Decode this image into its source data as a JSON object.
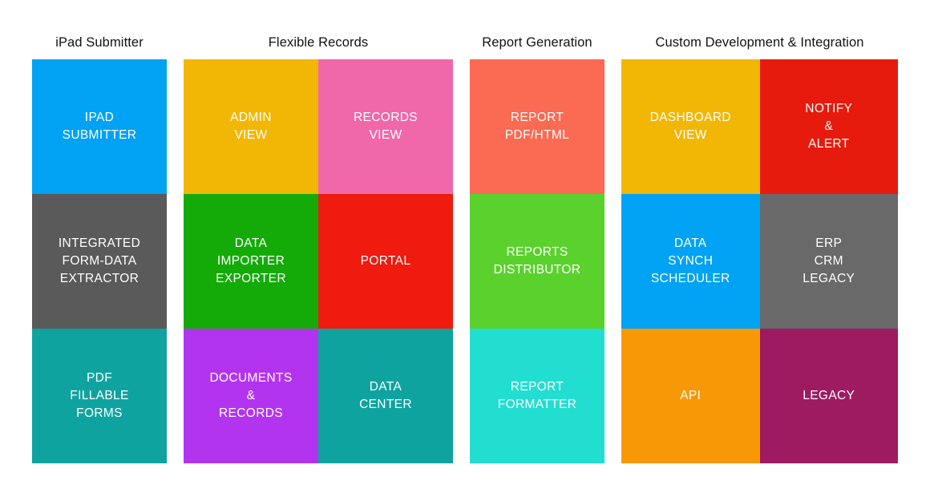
{
  "diagram": {
    "background": "#ffffff",
    "tile_text_color": "#ffffff",
    "title_text_color": "#121212",
    "groups": [
      {
        "id": "ipad-submitter",
        "title": "iPad Submitter",
        "columns": 1,
        "tiles": [
          {
            "name": "ipad-submitter",
            "color": "#00A2F3",
            "lines": [
              "IPAD",
              "SUBMITTER"
            ]
          },
          {
            "name": "integrated-form-data-extractor",
            "color": "#5A5A5A",
            "lines": [
              "INTEGRATED",
              "FORM-DATA",
              "EXTRACTOR"
            ]
          },
          {
            "name": "pdf-fillable-forms",
            "color": "#0FA3A0",
            "lines": [
              "PDF",
              "FILLABLE",
              "FORMS"
            ]
          }
        ]
      },
      {
        "id": "flexible-records",
        "title": "Flexible Records",
        "columns": 2,
        "tiles": [
          {
            "name": "admin-view",
            "color": "#F2B705",
            "lines": [
              "ADMIN",
              "VIEW"
            ]
          },
          {
            "name": "records-view",
            "color": "#F068AA",
            "lines": [
              "RECORDS",
              "VIEW"
            ]
          },
          {
            "name": "data-importer-exporter",
            "color": "#14AB08",
            "lines": [
              "DATA",
              "IMPORTER",
              "EXPORTER"
            ]
          },
          {
            "name": "portal",
            "color": "#EE1B0E",
            "lines": [
              "PORTAL"
            ]
          },
          {
            "name": "documents-and-records",
            "color": "#B334EE",
            "lines": [
              "DOCUMENTS",
              "&",
              "RECORDS"
            ]
          },
          {
            "name": "data-center",
            "color": "#0FA3A0",
            "lines": [
              "DATA",
              "CENTER"
            ]
          }
        ]
      },
      {
        "id": "report-generation",
        "title": "Report Generation",
        "columns": 1,
        "tiles": [
          {
            "name": "report-pdf-html",
            "color": "#FB6A52",
            "lines": [
              "REPORT",
              "PDF/HTML"
            ]
          },
          {
            "name": "reports-distributor",
            "color": "#5BD12E",
            "lines": [
              "REPORTS",
              "DISTRIBUTOR"
            ]
          },
          {
            "name": "report-formatter",
            "color": "#22DED1",
            "lines": [
              "REPORT",
              "FORMATTER"
            ]
          }
        ]
      },
      {
        "id": "custom-development-and-integration",
        "title": "Custom Development & Integration",
        "columns": 2,
        "tiles": [
          {
            "name": "dashboard-view",
            "color": "#F2B705",
            "lines": [
              "DASHBOARD",
              "VIEW"
            ]
          },
          {
            "name": "notify-and-alert",
            "color": "#E61B0E",
            "lines": [
              "NOTIFY",
              "&",
              "ALERT"
            ]
          },
          {
            "name": "data-synch-scheduler",
            "color": "#00A2F3",
            "lines": [
              "DATA",
              "SYNCH",
              "SCHEDULER"
            ]
          },
          {
            "name": "erp-crm-legacy",
            "color": "#696969",
            "lines": [
              "ERP",
              "CRM",
              "LEGACY"
            ]
          },
          {
            "name": "api",
            "color": "#F99806",
            "lines": [
              "API"
            ]
          },
          {
            "name": "legacy",
            "color": "#9E1B62",
            "lines": [
              "LEGACY"
            ]
          }
        ]
      }
    ]
  }
}
